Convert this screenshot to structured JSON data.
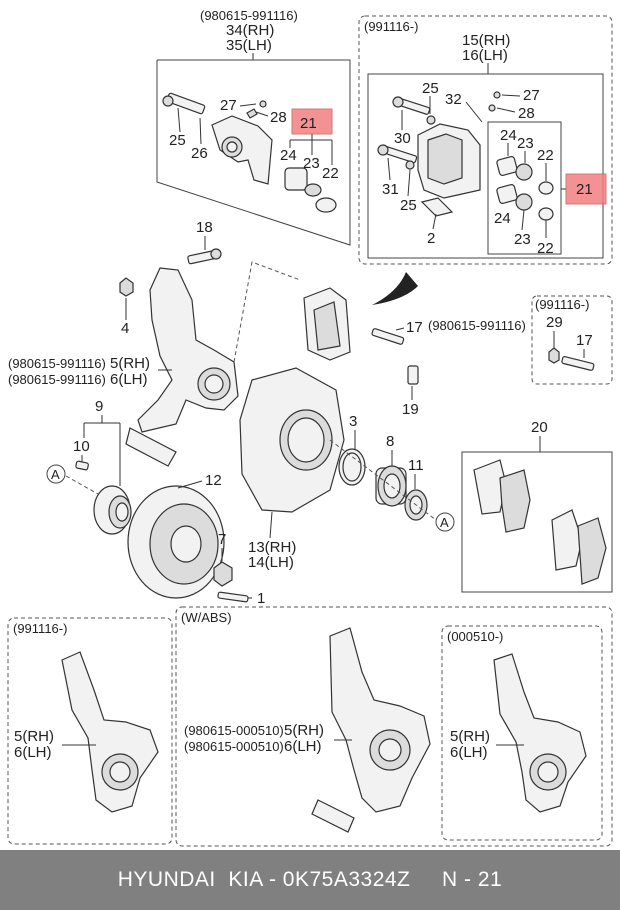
{
  "labels": {
    "grp_a_code": "(980615-991116)",
    "grp_a_34": "34(RH)",
    "grp_a_35": "35(LH)",
    "grp_b_code": "(991116-)",
    "grp_b_15": "15(RH)",
    "grp_b_16": "16(LH)",
    "n27a": "27",
    "n28a": "28",
    "n21a": "21",
    "n25a": "25",
    "n26": "26",
    "n24a": "24",
    "n23a": "23",
    "n22a": "22",
    "n25b": "25",
    "n32": "32",
    "n27b": "27",
    "n28b": "28",
    "n30": "30",
    "n24b": "24",
    "n23b": "23",
    "n22b": "22",
    "n21b": "21",
    "n31": "31",
    "n25c": "25",
    "n2": "2",
    "n24c": "24",
    "n23c": "23",
    "n22c": "22",
    "n18": "18",
    "n4": "4",
    "n17a": "17",
    "n17a_code": "(980615-991116)",
    "grp_c_code": "(991116-)",
    "n29": "29",
    "n17b": "17",
    "n5a_code": "(980615-991116)",
    "n5a": "5(RH)",
    "n6a_code": "(980615-991116)",
    "n6a": "6(LH)",
    "n19": "19",
    "n9": "9",
    "n10": "10",
    "circA1": "A",
    "n3": "3",
    "n8": "8",
    "n11": "11",
    "circA2": "A",
    "n20": "20",
    "n12": "12",
    "n7": "7",
    "n1": "1",
    "n13": "13(RH)",
    "n14": "14(LH)",
    "grp_d_code": "(991116-)",
    "n5b": "5(RH)",
    "n6b": "6(LH)",
    "grp_e_code": "(W/ABS)",
    "n5c_code": "(980615-000510)",
    "n5c": "5(RH)",
    "n6c_code": "(980615-000510)",
    "n6c": "6(LH)",
    "grp_f_code": "(000510-)",
    "n5d": "5(RH)",
    "n6d": "6(LH)"
  },
  "footer": {
    "text": "HYUNDAI  KIA - 0K75A3324Z     N - 21"
  }
}
